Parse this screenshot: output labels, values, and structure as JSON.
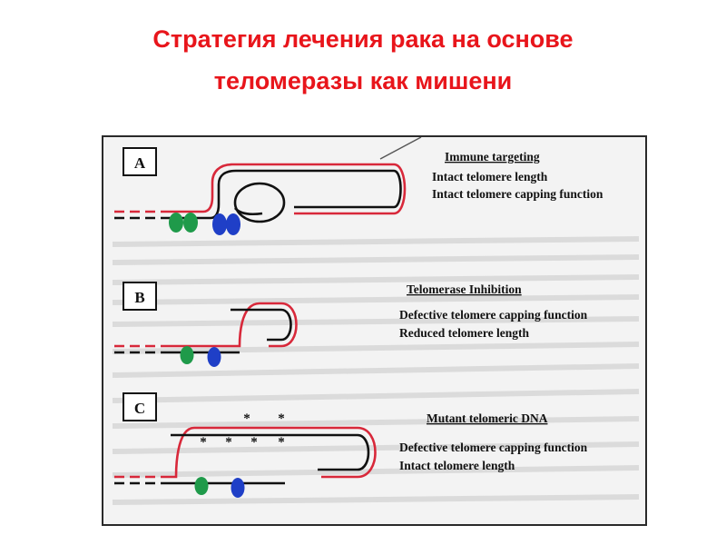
{
  "title": {
    "line1": "Стратегия лечения рака на основе",
    "line2": "теломеразы как мишени"
  },
  "colors": {
    "title": "#e8151b",
    "strand_red": "#d8283a",
    "strand_black": "#111111",
    "protein_green": "#1f9a4a",
    "protein_blue": "#1f3fc7"
  },
  "panels": [
    {
      "letter": "A",
      "heading": "Immune targeting",
      "lines": [
        "Intact telomere length",
        "Intact telomere capping function"
      ]
    },
    {
      "letter": "B",
      "heading": "Telomerase Inhibition",
      "lines": [
        "Defective telomere capping function",
        "Reduced telomere length"
      ]
    },
    {
      "letter": "C",
      "heading": "Mutant telomeric DNA",
      "lines": [
        "Defective telomere capping function",
        "Intact telomere length"
      ]
    }
  ],
  "mutation_marker": "*"
}
